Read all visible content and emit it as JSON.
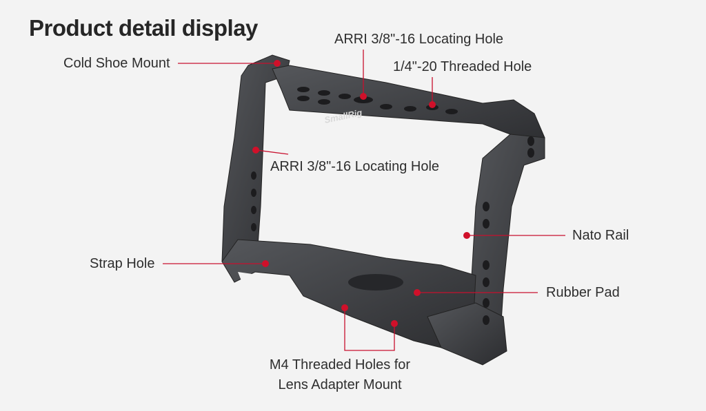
{
  "title": "Product detail display",
  "colors": {
    "background": "#f3f3f3",
    "accent": "#c8102e",
    "cage": "#3b3c3f"
  },
  "brand_logo": "SmallRig",
  "labels": {
    "cold_shoe": "Cold Shoe Mount",
    "arri_top": "ARRI 3/8\"-16 Locating Hole",
    "quarter_hole": "1/4\"-20 Threaded Hole",
    "arri_mid": "ARRI 3/8\"-16 Locating Hole",
    "nato_rail": "Nato Rail",
    "strap_hole": "Strap Hole",
    "rubber_pad": "Rubber Pad",
    "m4_line1": "M4 Threaded Holes for",
    "m4_line2": "Lens Adapter Mount"
  }
}
